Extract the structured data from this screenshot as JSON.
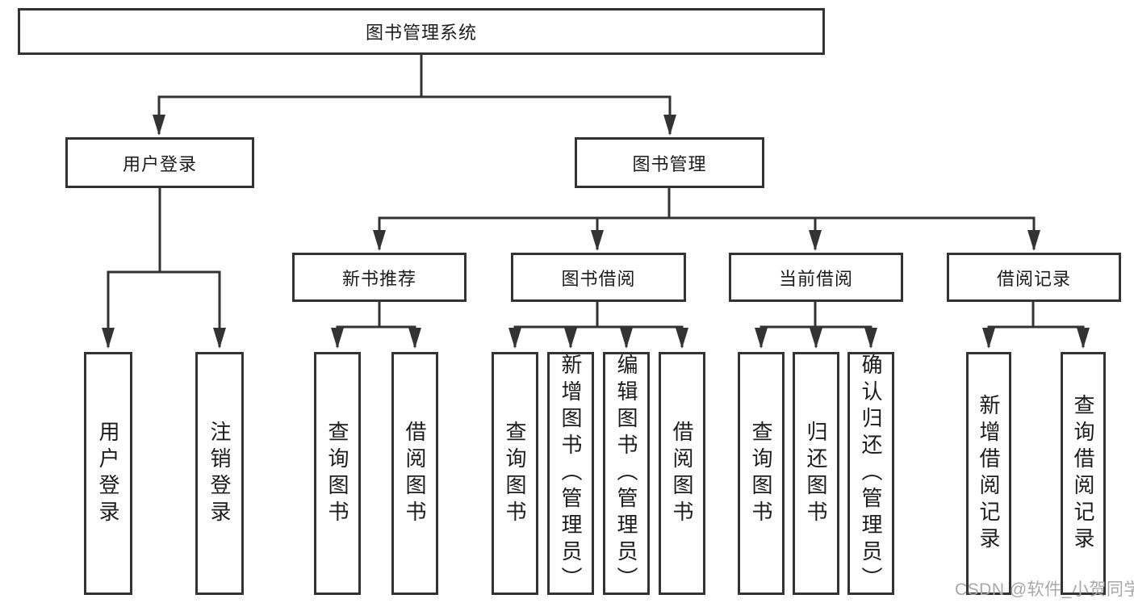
{
  "diagram": {
    "type": "hierarchy-tree",
    "root": {
      "label": "图书管理系统"
    },
    "branches": {
      "user_login": {
        "label": "用户登录",
        "leaves": [
          "用户登录",
          "注销登录"
        ]
      },
      "book_management": {
        "label": "图书管理"
      },
      "new_book_recommend": {
        "label": "新书推荐",
        "leaves": [
          "查询图书",
          "借阅图书"
        ]
      },
      "book_borrowing": {
        "label": "图书借阅",
        "leaves": [
          "查询图书",
          "新增图书（管理员）",
          "编辑图书（管理员）",
          "借阅图书"
        ]
      },
      "current_borrowing": {
        "label": "当前借阅",
        "leaves": [
          "查询图书",
          "归还图书",
          "确认归还（管理员）"
        ]
      },
      "borrowing_records": {
        "label": "借阅记录",
        "leaves": [
          "新增借阅记录",
          "查询借阅记录"
        ]
      }
    },
    "watermark": "CSDN @软件_小贺同学",
    "colors": {
      "line": "#333333",
      "box_border": "#333333",
      "box_bg": "#ffffff",
      "text": "#1c1c1c",
      "watermark": "#a8a8a8"
    }
  }
}
